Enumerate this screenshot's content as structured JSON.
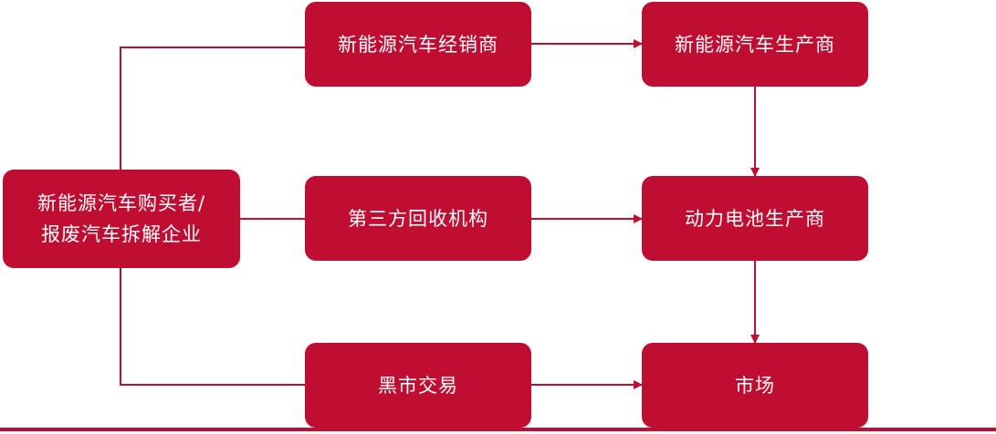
{
  "nodes": {
    "dealer": "新能源汽车经销商",
    "producer": "新能源汽车生产商",
    "buyer_line1": "新能源汽车购买者/",
    "buyer_line2": "报废汽车拆解企业",
    "recycler": "第三方回收机构",
    "battery": "动力电池生产商",
    "black_market": "黑市交易",
    "market": "市场"
  },
  "colors": {
    "node_fill": "#c00d32",
    "node_text": "#ffffff",
    "connector": "#c00d32"
  }
}
